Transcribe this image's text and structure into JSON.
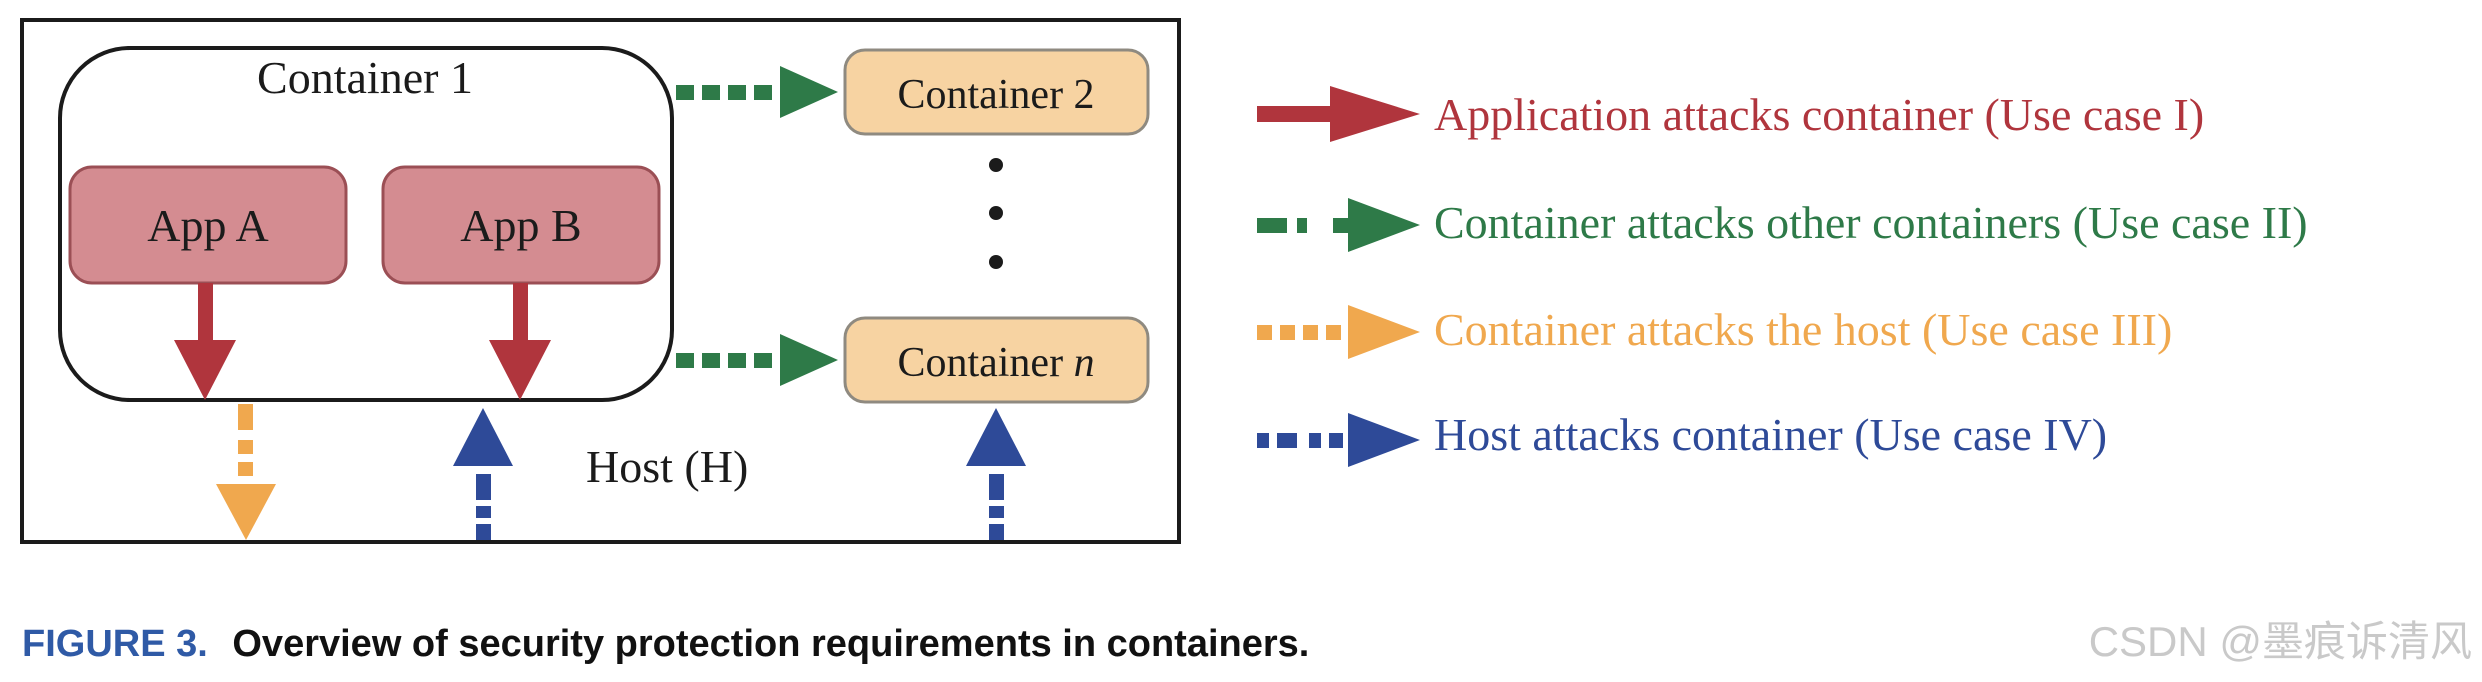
{
  "diagram": {
    "outer_label": "Host (H)",
    "container1_label": "Container 1",
    "app_a_label": "App A",
    "app_b_label": "App B",
    "container2_label": "Container 2",
    "container_n_prefix": "Container ",
    "container_n_var": "n"
  },
  "legend": [
    {
      "text": "Application attacks container (Use case I)",
      "color": "#b0353d",
      "style": "solid"
    },
    {
      "text": "Container attacks other containers (Use case II)",
      "color": "#2e7a48",
      "style": "dashed"
    },
    {
      "text": "Container attacks the host (Use case III)",
      "color": "#f0a84e",
      "style": "dotted"
    },
    {
      "text": "Host attacks container (Use case IV)",
      "color": "#2e4a98",
      "style": "dashdot"
    }
  ],
  "caption": {
    "label": "FIGURE 3.",
    "text": "Overview of security protection requirements in containers."
  },
  "watermark": "CSDN @墨痕诉清风",
  "colors": {
    "app_fill": "#d48c91",
    "app_stroke": "#9b4f55",
    "container_fill": "#f7d3a2",
    "container_stroke": "#8f8a80",
    "caption_label": "#2f5aa6"
  }
}
